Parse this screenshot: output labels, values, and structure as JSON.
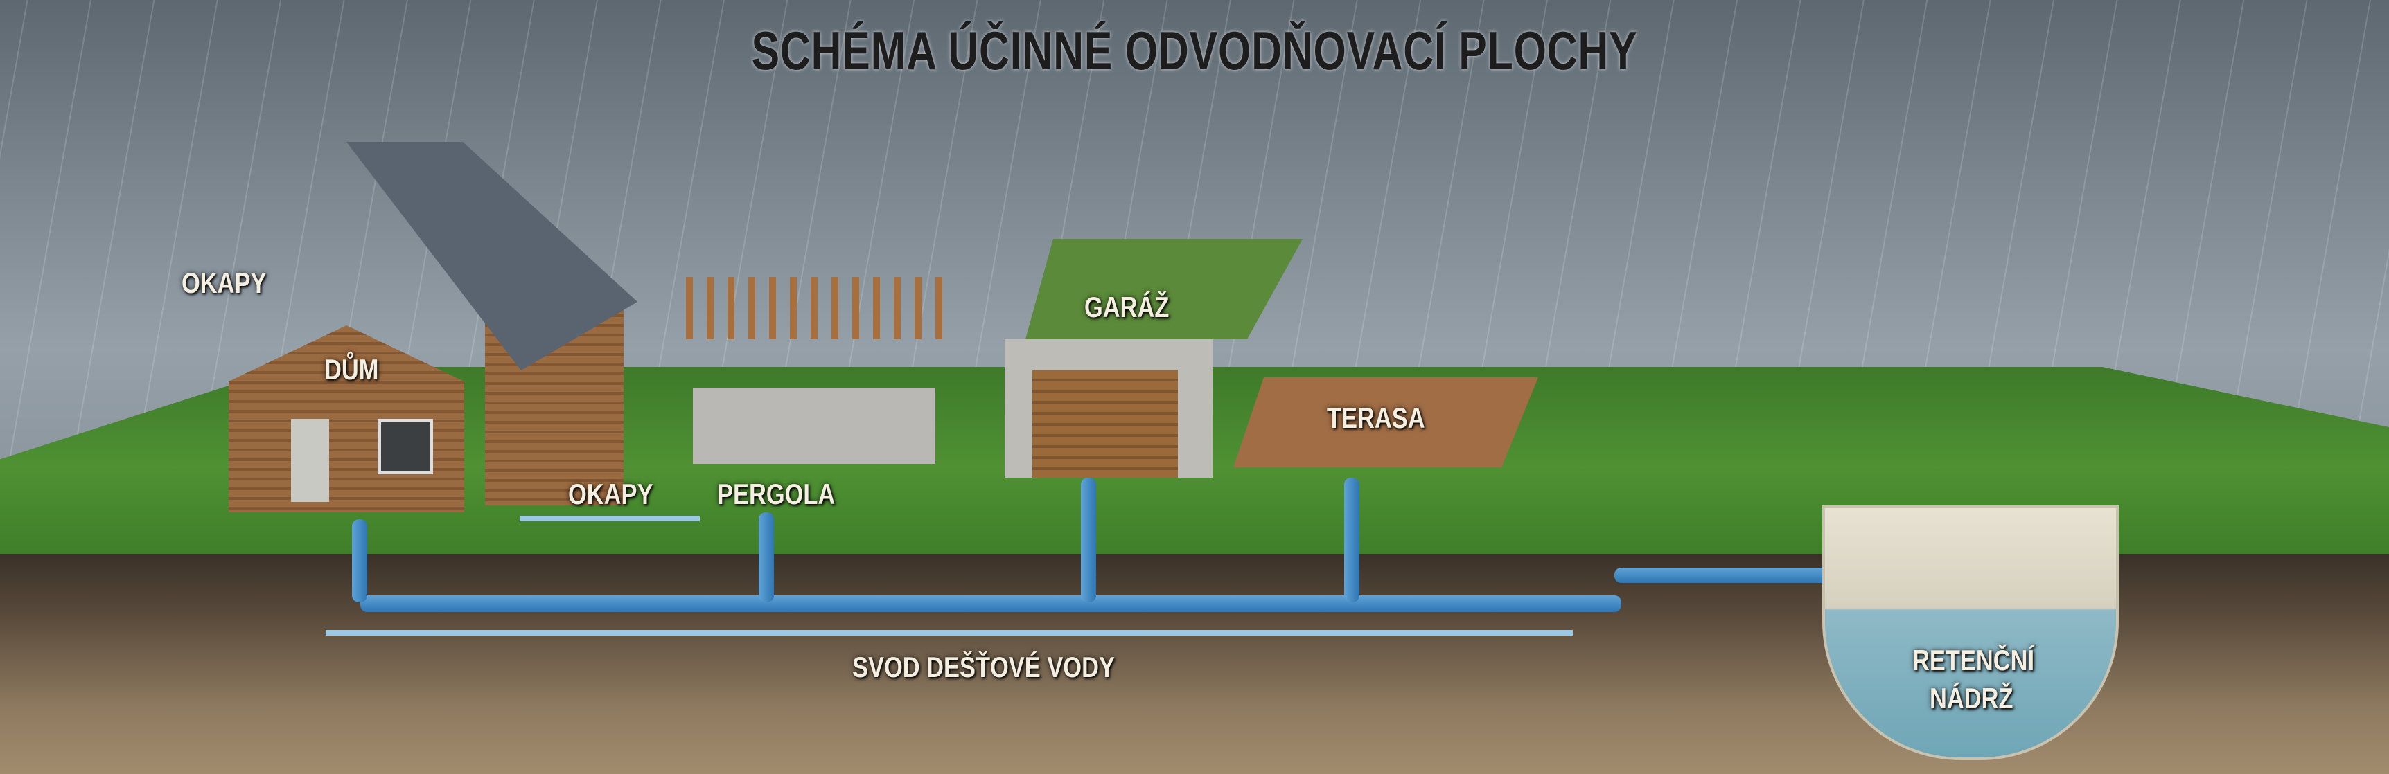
{
  "title": "SCHÉMA ÚČINNÉ ODVODŇOVACÍ PLOCHY",
  "labels": {
    "okapy_top": "OKAPY",
    "dum": "DŮM",
    "okapy_bottom": "OKAPY",
    "pergola": "PERGOLA",
    "garaz": "GARÁŽ",
    "terasa": "TERASA",
    "svod": "SVOD DEŠŤOVÉ VODY",
    "nadrz_line1": "RETENČNÍ",
    "nadrz_line2": "NÁDRŽ"
  },
  "colors": {
    "pipe": "#2e76b4",
    "arrow": "#9cc8e4",
    "grass": "#4f9133",
    "soil": "#5b4c3c",
    "sky": "#7d8891",
    "label_text": "#f4efe1",
    "title_text": "#1d1d1d"
  }
}
